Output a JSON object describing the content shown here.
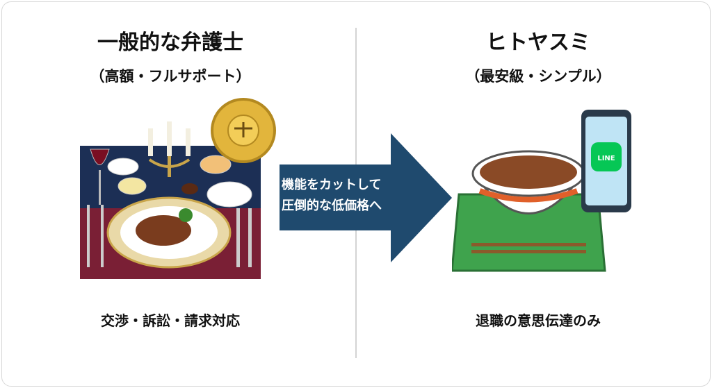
{
  "left": {
    "title": "一般的な弁護士",
    "subtitle": "（高額・フルサポート）",
    "caption": "交渉・訴訟・請求対応"
  },
  "right": {
    "title": "ヒトヤスミ",
    "subtitle": "（最安級・シンプル）",
    "caption": "退職の意思伝達のみ",
    "app_badge": "LINE"
  },
  "arrow": {
    "line1": "機能をカットして",
    "line2": "圧倒的な低価格へ",
    "color": "#1f4a6e"
  }
}
